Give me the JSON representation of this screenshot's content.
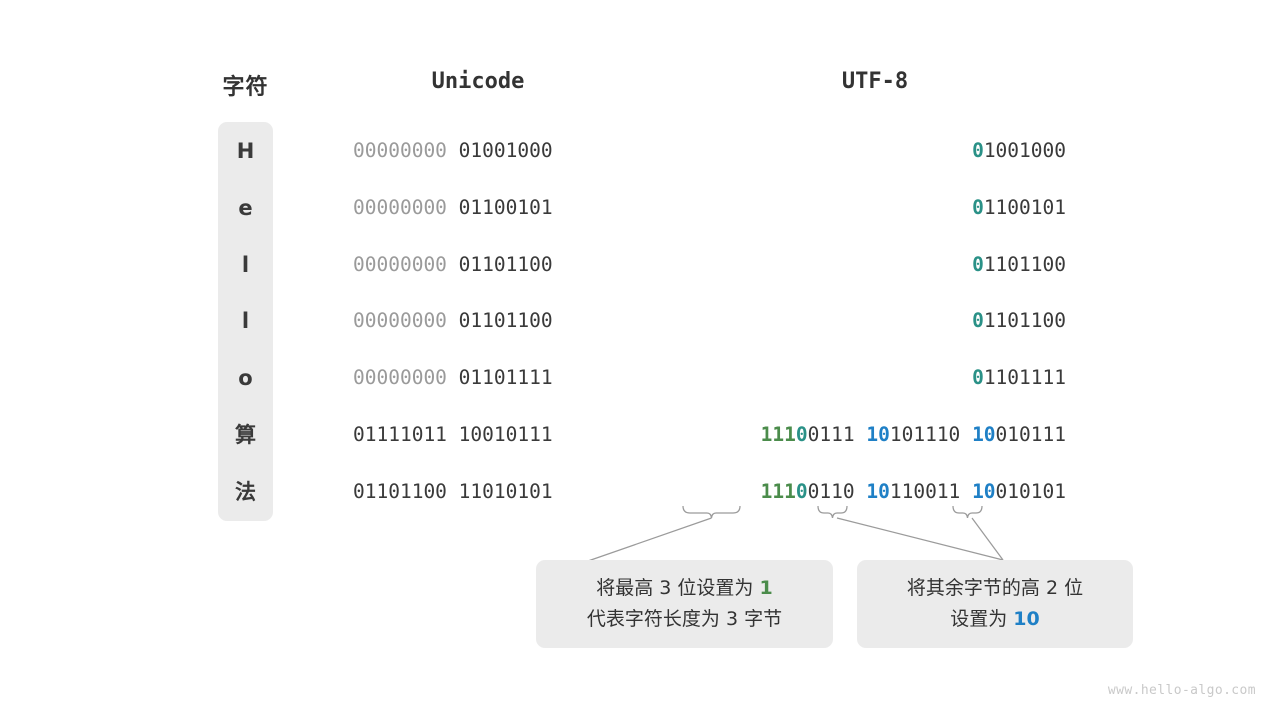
{
  "headers": {
    "char": "字符",
    "unicode": "Unicode",
    "utf8": "UTF-8"
  },
  "characters": [
    "H",
    "e",
    "l",
    "l",
    "o",
    "算",
    "法"
  ],
  "rows": [
    {
      "char": "H",
      "unicode_high": "00000000",
      "unicode_low": "01001000",
      "utf8_bytes": [
        {
          "marker": "0",
          "marker_color": "teal",
          "payload": "1001000"
        }
      ]
    },
    {
      "char": "e",
      "unicode_high": "00000000",
      "unicode_low": "01100101",
      "utf8_bytes": [
        {
          "marker": "0",
          "marker_color": "teal",
          "payload": "1100101"
        }
      ]
    },
    {
      "char": "l",
      "unicode_high": "00000000",
      "unicode_low": "01101100",
      "utf8_bytes": [
        {
          "marker": "0",
          "marker_color": "teal",
          "payload": "1101100"
        }
      ]
    },
    {
      "char": "l",
      "unicode_high": "00000000",
      "unicode_low": "01101100",
      "utf8_bytes": [
        {
          "marker": "0",
          "marker_color": "teal",
          "payload": "1101100"
        }
      ]
    },
    {
      "char": "o",
      "unicode_high": "00000000",
      "unicode_low": "01101111",
      "utf8_bytes": [
        {
          "marker": "0",
          "marker_color": "teal",
          "payload": "1101111"
        }
      ]
    },
    {
      "char": "算",
      "unicode_high": "01111011",
      "unicode_low": "10010111",
      "utf8_bytes": [
        {
          "marker": "111",
          "marker_color": "green",
          "marker2": "0",
          "marker2_color": "teal",
          "payload": "0111"
        },
        {
          "marker": "10",
          "marker_color": "blue",
          "payload": "101110"
        },
        {
          "marker": "10",
          "marker_color": "blue",
          "payload": "010111"
        }
      ]
    },
    {
      "char": "法",
      "unicode_high": "01101100",
      "unicode_low": "11010101",
      "utf8_bytes": [
        {
          "marker": "111",
          "marker_color": "green",
          "marker2": "0",
          "marker2_color": "teal",
          "payload": "0110"
        },
        {
          "marker": "10",
          "marker_color": "blue",
          "payload": "110011"
        },
        {
          "marker": "10",
          "marker_color": "blue",
          "payload": "010101"
        }
      ]
    }
  ],
  "callouts": {
    "left": {
      "line1_pre": "将最高 3 位设置为 ",
      "line1_hl": "1",
      "line1_hl_color": "green",
      "line2": "代表字符长度为 3 字节"
    },
    "right": {
      "line1": "将其余字节的高 2 位",
      "line2_pre": "设置为 ",
      "line2_hl": "10",
      "line2_hl_color": "blue"
    }
  },
  "colors": {
    "teal": "#2a9187",
    "green": "#4b8c4b",
    "blue": "#1f80c6",
    "dim": "#9a9a9a",
    "text": "#3a3a3a",
    "panel": "#ebebeb",
    "connector": "#9b9b9b",
    "watermark": "#c9c9c9",
    "background": "#ffffff"
  },
  "watermark": "www.hello-algo.com"
}
